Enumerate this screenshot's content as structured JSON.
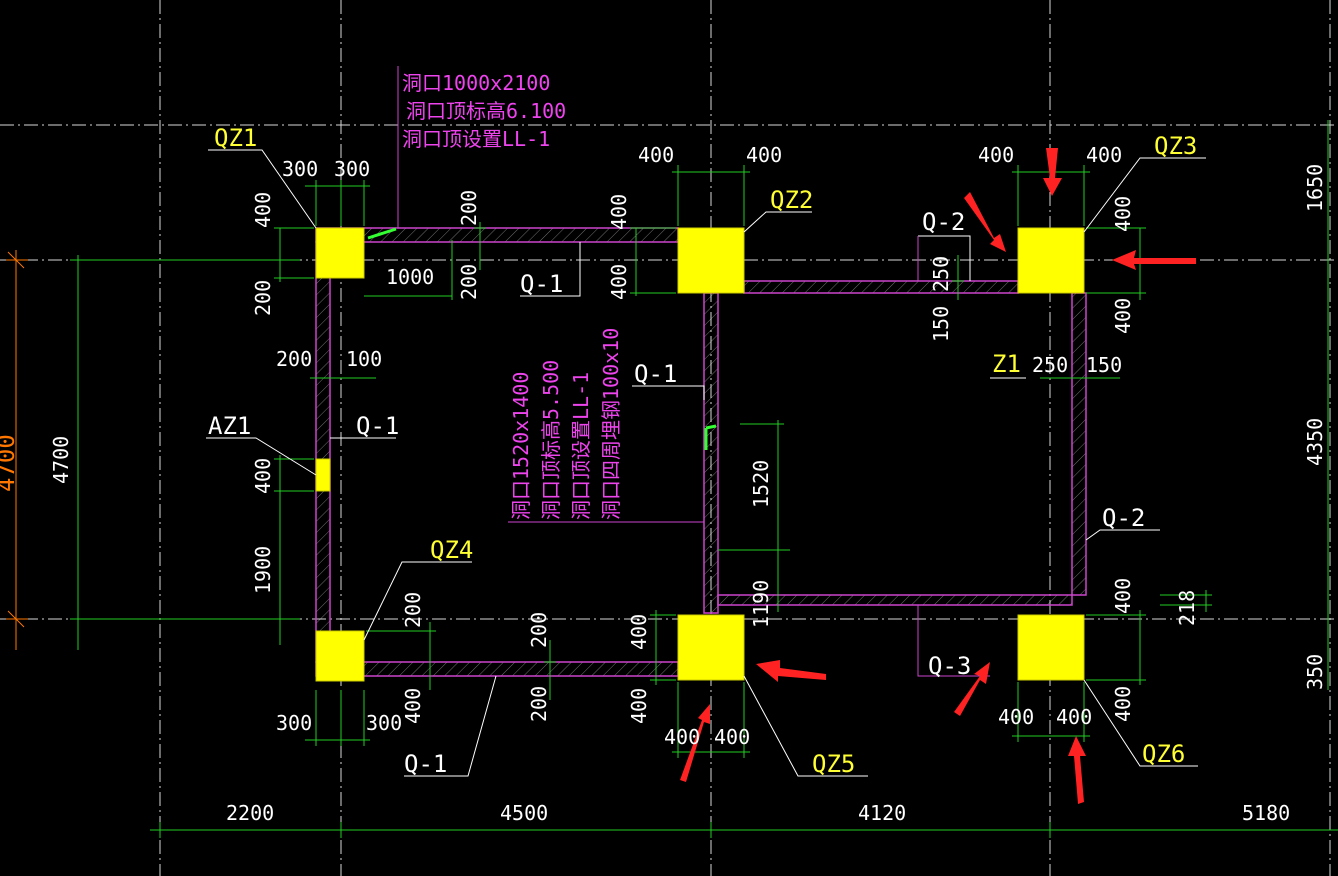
{
  "colors": {
    "background": "#000000",
    "grid": "#ffffff",
    "dimension": "#22cc22",
    "wall": "#cc44cc",
    "wall_text": "#ee44ee",
    "column_fill": "#ffff00",
    "column_label": "#ffff33",
    "arrow": "#ff2222",
    "orange": "#ff7700",
    "text": "#ffffff",
    "bright_green": "#33ff33"
  },
  "labels": {
    "qz1": "QZ1",
    "qz2": "QZ2",
    "qz3": "QZ3",
    "qz4": "QZ4",
    "qz5": "QZ5",
    "qz6": "QZ6",
    "az1": "AZ1",
    "z1": "Z1",
    "q1_a": "Q-1",
    "q1_b": "Q-1",
    "q1_c": "Q-1",
    "q1_d": "Q-1",
    "q2_a": "Q-2",
    "q2_b": "Q-2",
    "q3": "Q-3"
  },
  "openings": {
    "top": [
      "洞口1000x2100",
      "洞口顶标高6.100",
      "洞口顶设置LL-1"
    ],
    "middle": [
      "洞口1520x1400",
      "洞口顶标高5.500",
      "洞口顶设置LL-1",
      "洞口四周埋钢100x10"
    ]
  },
  "dims": {
    "d300a": "300",
    "d300b": "300",
    "d400_qz1": "400",
    "d200_left": "200",
    "d200_right": "200",
    "d200_vert": "200",
    "d1000": "1000",
    "d200b": "200",
    "d100": "100",
    "d400_az1": "400",
    "d1900": "1900",
    "d4700_white": "4700",
    "d4700_orange": "4700",
    "d400_qz2a": "400",
    "d400_qz2b": "400",
    "d400_qz2v1": "400",
    "d400_qz2v2": "400",
    "d400_qz3a": "400",
    "d400_qz3b": "400",
    "d400_qz3v1": "400",
    "d400_qz3v2": "400",
    "d250_top": "250",
    "d150_v": "150",
    "d250": "250",
    "d150": "150",
    "d1650": "1650",
    "d4350": "4350",
    "d350": "350",
    "d218": "218",
    "d1520": "1520",
    "d1190": "1190",
    "d200_bot1": "200",
    "d200_bot2": "200",
    "d200_bot3": "200",
    "d400_bot": "400",
    "d300_bot1": "300",
    "d300_bot2": "300",
    "d400_qz5v1": "400",
    "d400_qz5v2": "400",
    "d400_qz5h1": "400",
    "d400_qz5h2": "400",
    "d400_qz6v1": "400",
    "d400_qz6v2": "400",
    "d400_qz6h1": "400",
    "d400_qz6h2": "400",
    "d2200": "2200",
    "d4500": "4500",
    "d4120": "4120",
    "d5180": "5180"
  }
}
